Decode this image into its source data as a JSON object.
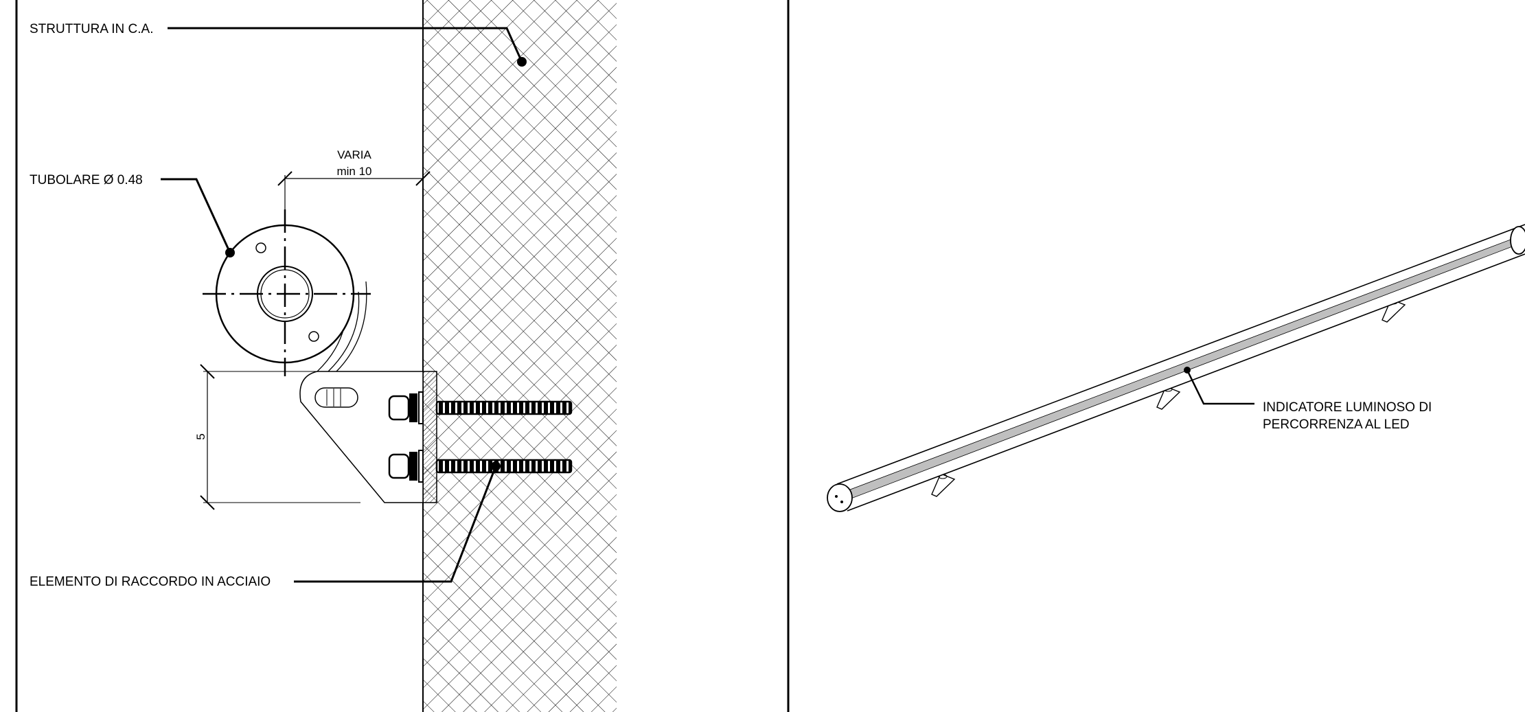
{
  "section_detail": {
    "labels": {
      "struttura": "STRUTTURA IN C.A.",
      "tubolare": "TUBOLARE Ø 0.48",
      "elemento": "ELEMENTO DI RACCORDO IN ACCIAIO"
    },
    "dimensions": {
      "distance_top": "VARIA",
      "distance_bottom": "min 10",
      "height": "5"
    }
  },
  "iso_view": {
    "labels": {
      "indicatore_line1": "INDICATORE  LUMINOSO DI",
      "indicatore_line2": "PERCORRENZA AL LED"
    }
  },
  "colors": {
    "ink": "#000000",
    "led_strip": "#bfbfbf",
    "wall_plate": "#cfcfcf"
  }
}
